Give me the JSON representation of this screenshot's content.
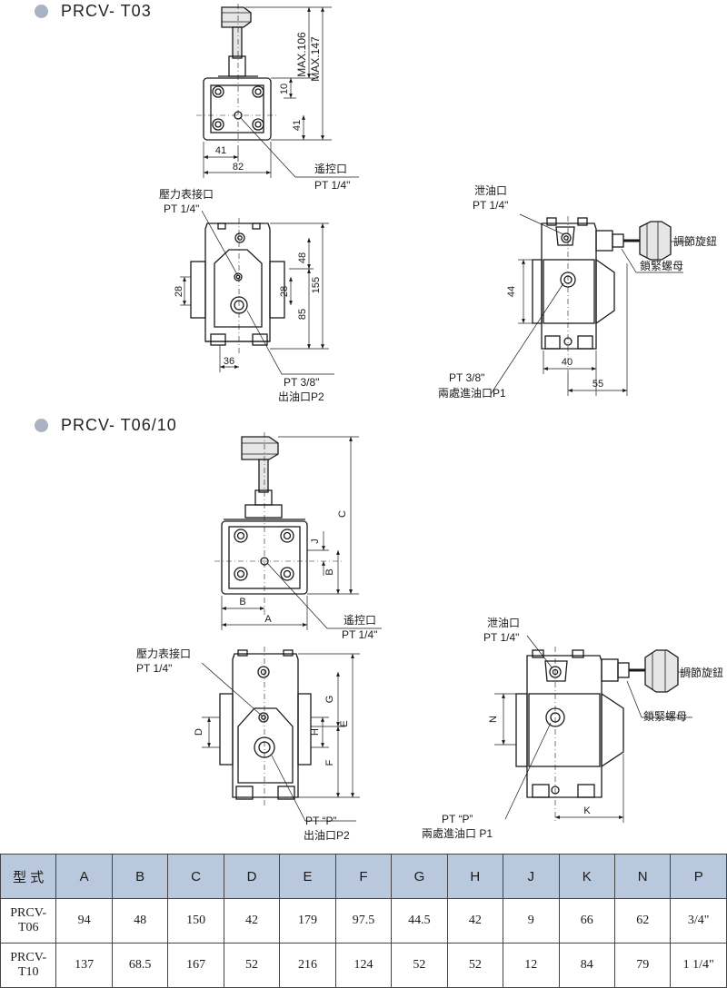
{
  "sections": {
    "t03": "PRCV- T03",
    "t06": "PRCV- T06/10"
  },
  "t03_labels": {
    "max106": "MAX.106",
    "max147": "MAX.147",
    "d10": "10",
    "d41v": "41",
    "d41h": "41",
    "d82": "82",
    "remote": "遙控口",
    "remote_pt": "PT 1/4\"",
    "gauge": "壓力表接口",
    "gauge_pt": "PT 1/4\"",
    "d28a": "28",
    "d28b": "28",
    "d48": "48",
    "d155": "155",
    "d85": "85",
    "d36": "36",
    "out_pt": "PT 3/8\"",
    "out": "出油口P2",
    "drain": "泄油口",
    "drain_pt": "PT 1/4\"",
    "knob": "調節旋鈕",
    "locknut": "鎖緊螺母",
    "d44": "44",
    "d40": "40",
    "d55": "55",
    "in_pt": "PT 3/8\"",
    "in": "兩處進油口P1"
  },
  "t06_labels": {
    "C": "C",
    "J": "J",
    "B_v": "B",
    "B_h": "B",
    "A": "A",
    "remote": "遙控口",
    "remote_pt": "PT 1/4\"",
    "gauge": "壓力表接口",
    "gauge_pt": "PT 1/4\"",
    "G": "G",
    "E": "E",
    "D": "D",
    "H": "H",
    "F": "F",
    "out_pt": "PT “P”",
    "out": "出油口P2",
    "drain": "泄油口",
    "drain_pt": "PT 1/4\"",
    "knob": "調節旋鈕",
    "locknut": "鎖緊螺母",
    "N": "N",
    "K": "K",
    "in_pt": "PT “P”",
    "in": "兩處進油口 P1"
  },
  "table": {
    "headers": [
      "型 式",
      "A",
      "B",
      "C",
      "D",
      "E",
      "F",
      "G",
      "H",
      "J",
      "K",
      "N",
      "P"
    ],
    "rows": [
      [
        "PRCV-T06",
        "94",
        "48",
        "150",
        "42",
        "179",
        "97.5",
        "44.5",
        "42",
        "9",
        "66",
        "62",
        "3/4\""
      ],
      [
        "PRCV-T10",
        "137",
        "68.5",
        "167",
        "52",
        "216",
        "124",
        "52",
        "52",
        "12",
        "84",
        "79",
        "1 1/4\""
      ]
    ]
  }
}
